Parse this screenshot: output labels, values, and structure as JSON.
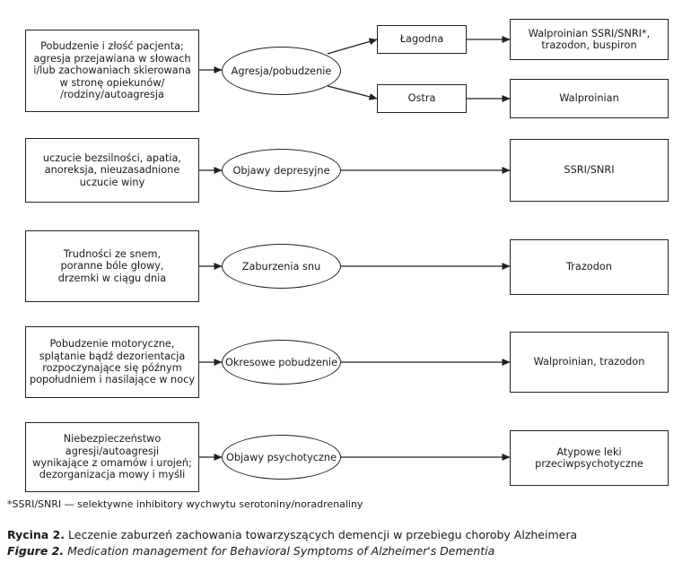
{
  "rows": [
    {
      "symptom": "Pobudzenie i złość pacjenta;\nagresja przejawiana w słowach\ni/lub zachowaniach skierowana\nw stronę opiekunów/\n/rodziny/autoagresja",
      "category": "Agresja/pobudzenie",
      "severity": [
        {
          "label": "Łagodna",
          "treatment": "Walproinian SSRI/SNRI*,\ntrazodon, buspiron"
        },
        {
          "label": "Ostra",
          "treatment": "Walproinian"
        }
      ]
    },
    {
      "symptom": "uczucie bezsilności, apatia,\nanoreksja, nieuzasadnione\nuczucie winy",
      "category": "Objawy depresyjne",
      "treatment": "SSRI/SNRI"
    },
    {
      "symptom": "Trudności ze snem,\nporanne bóle głowy,\ndrzemki w ciągu dnia",
      "category": "Zaburzenia snu",
      "treatment": "Trazodon"
    },
    {
      "symptom": "Pobudzenie motoryczne,\nsplątanie bądź dezorientacja\nrozpoczynające się późnym\npopołudniem i nasilające w nocy",
      "category": "Okresowe pobudzenie",
      "treatment": "Walproinian, trazodon"
    },
    {
      "symptom": "Niebezpieczeństwo\nagresji/autoagresji\nwynikające z omamów i urojeń;\ndezorganizacja mowy i myśli",
      "category": "Objawy psychotyczne",
      "treatment": "Atypowe leki\nprzeciwpsychotyczne"
    }
  ],
  "footnote": "*SSRI/SNRI — selektywne inhibitory wychwytu serotoniny/noradrenaliny",
  "caption": {
    "pl_label": "Rycina 2.",
    "pl_text": " Leczenie zaburzeń zachowania towarzyszących demencji w przebiegu choroby Alzheimera",
    "en_label": "Figure 2.",
    "en_text": " Medication management for Behavioral Symptoms of Alzheimer's Dementia"
  }
}
